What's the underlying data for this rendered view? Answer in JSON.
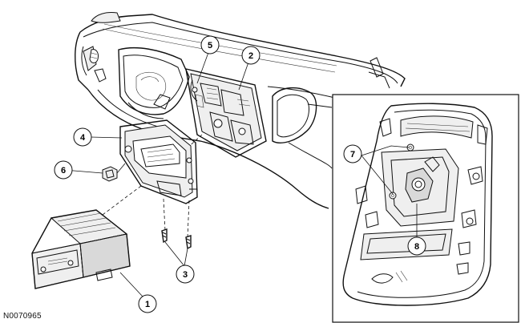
{
  "figure_id": "N0070965",
  "callouts": {
    "c1": "1",
    "c2": "2",
    "c3": "3",
    "c4": "4",
    "c5": "5",
    "c6": "6",
    "c7": "7",
    "c8": "8"
  }
}
